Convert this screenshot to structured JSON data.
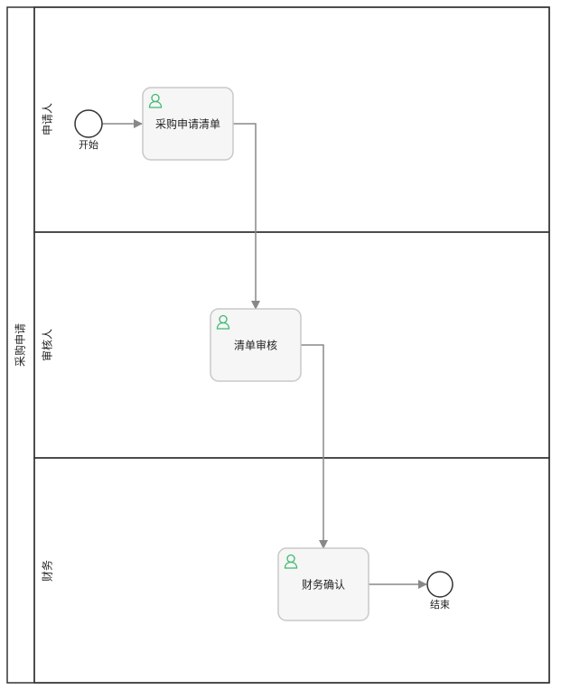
{
  "pool": {
    "label": "采购申请"
  },
  "lanes": [
    {
      "id": "applicant",
      "label": "申请人"
    },
    {
      "id": "reviewer",
      "label": "审核人"
    },
    {
      "id": "finance",
      "label": "财务"
    }
  ],
  "events": {
    "start": {
      "label": "开始"
    },
    "end": {
      "label": "结束"
    }
  },
  "tasks": [
    {
      "id": "t1",
      "label": "采购申请清单",
      "icon": "user-icon"
    },
    {
      "id": "t2",
      "label": "清单审核",
      "icon": "user-icon"
    },
    {
      "id": "t3",
      "label": "财务确认",
      "icon": "user-icon"
    }
  ],
  "colors": {
    "border": "#333333",
    "task_fill": "#f6f6f6",
    "task_stroke": "#c8c8c8",
    "flow": "#888888",
    "icon": "#3fb96f"
  }
}
